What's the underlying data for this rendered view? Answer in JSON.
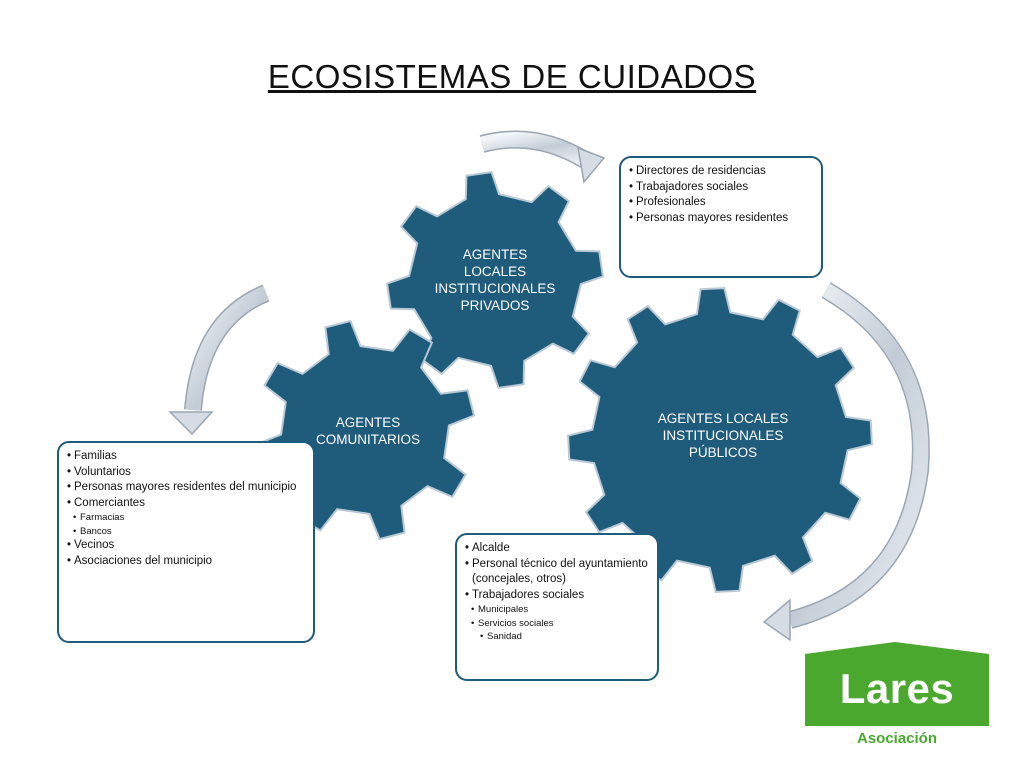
{
  "title": "ECOSISTEMAS DE CUIDADOS",
  "gears": {
    "privados": "AGENTES LOCALES INSTITUCIONALES PRIVADOS",
    "comunitarios": "AGENTES COMUNITARIOS",
    "publicos": "AGENTES LOCALES INSTITUCIONALES PÚBLICOS"
  },
  "boxes": {
    "privados": {
      "items": [
        "Directores de residencias",
        "Trabajadores sociales",
        "Profesionales",
        "Personas mayores residentes"
      ]
    },
    "comunitarios": {
      "items": [
        "Familias",
        "Voluntarios",
        "Personas mayores residentes del municipio",
        "Comerciantes"
      ],
      "sub_items": [
        "Farmacias",
        "Bancos"
      ],
      "items_after": [
        "Vecinos",
        "Asociaciones del municipio"
      ]
    },
    "publicos": {
      "items": [
        "Alcalde",
        "Personal técnico del ayuntamiento (concejales, otros)",
        "Trabajadores sociales"
      ],
      "sub_items": [
        "Municipales",
        "Servicios sociales"
      ],
      "sub_sub_items": [
        "Sanidad"
      ]
    }
  },
  "logo": {
    "name": "Lares",
    "subtitle": "Asociación"
  },
  "colors": {
    "gear": "#1f5b7a",
    "gear_border": "#b8c8d4",
    "box_border": "#1f5b7a",
    "arrow": "#c9d2db",
    "logo_green": "#4aa82e"
  }
}
